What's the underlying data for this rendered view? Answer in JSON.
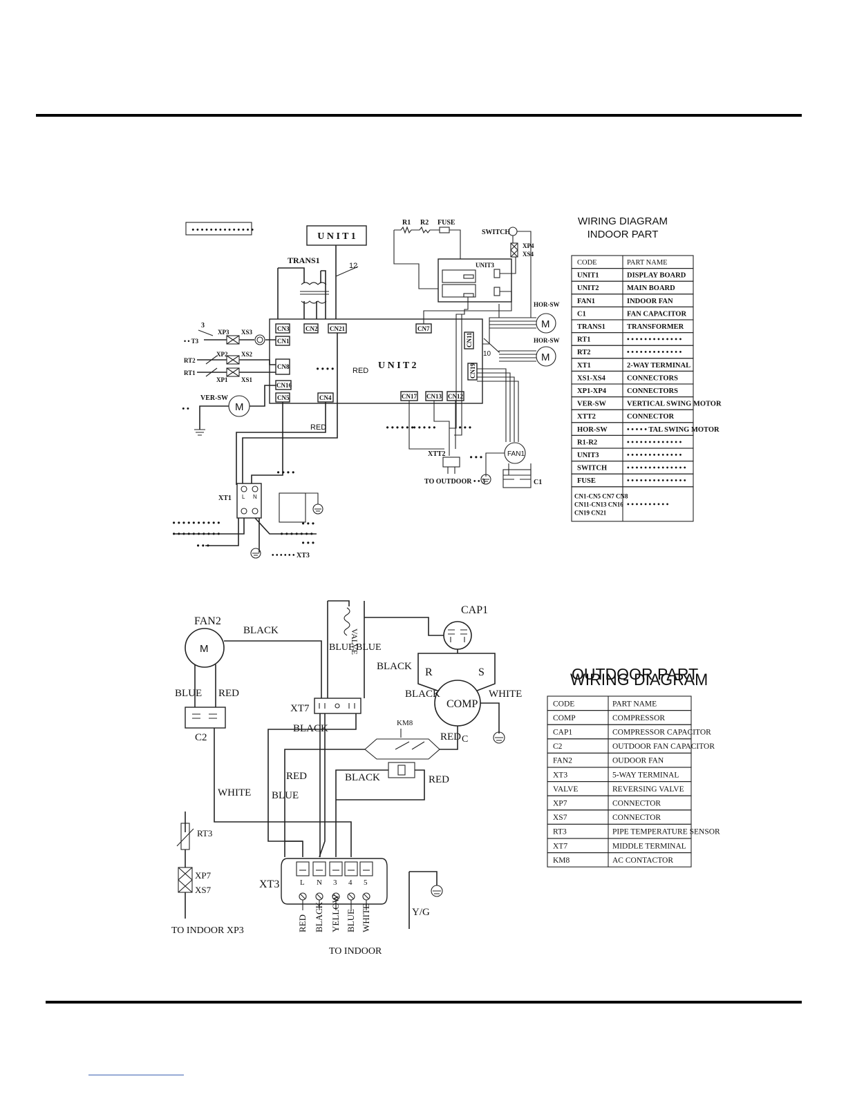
{
  "indoor": {
    "title_line1": "WIRING DIAGRAM",
    "title_line2": "INDOOR PART",
    "legend_header": [
      "CODE",
      "PART NAME"
    ],
    "legend": [
      [
        "UNIT1",
        "DISPLAY BOARD"
      ],
      [
        "UNIT2",
        "MAIN BOARD"
      ],
      [
        "FAN1",
        "INDOOR FAN"
      ],
      [
        "C1",
        "FAN CAPACITOR"
      ],
      [
        "TRANS1",
        "TRANSFORMER"
      ],
      [
        "RT1",
        "• • • • • • • • • • • • •"
      ],
      [
        "RT2",
        "• • • • • • • • • • • • •"
      ],
      [
        "XT1",
        "2-WAY TERMINAL"
      ],
      [
        "XS1-XS4",
        "CONNECTORS"
      ],
      [
        "XP1-XP4",
        "CONNECTORS"
      ],
      [
        "VER-SW",
        "VERTICAL SWING MOTOR"
      ],
      [
        "XTT2",
        "CONNECTOR"
      ],
      [
        "HOR-SW",
        "• • • • • TAL SWING MOTOR"
      ],
      [
        "R1-R2",
        "• • • • • • • •  • • • • •"
      ],
      [
        "UNIT3",
        "• • • • • • • • • •  • • •"
      ],
      [
        "SWITCH",
        "• • • • • • • • • • • • • •"
      ],
      [
        "FUSE",
        "• • • • • • • • • • • • • •"
      ],
      [
        "CN1-CN5 CN7 CN8 CN11-CN13 CN16 CN19 CN21",
        "• • • • • • • • • •"
      ]
    ],
    "labels": {
      "unit1": "U N I T 1",
      "unit2": "U N I T 2",
      "unit3": "UNIT3",
      "trans1": "TRANS1",
      "r1": "R1",
      "r2": "R2",
      "fuse": "FUSE",
      "switch": "SWITCH",
      "xp4": "XP4",
      "xs4": "XS4",
      "hor_sw_1": "HOR-SW",
      "hor_sw_2": "HOR-SW",
      "ver_sw": "VER-SW",
      "fan1": "FAN1",
      "c1": "C1",
      "xt1": "XT1",
      "xtt2": "XTT2",
      "to_outdoor": "TO OUTDOOR • • 3",
      "xp3": "XP3",
      "xs3": "XS3",
      "xp2": "XP2",
      "xs2": "XS2",
      "xp1": "XP1",
      "xs1": "XS1",
      "t3": "• • T3",
      "rt2": "RT2",
      "rt1": "RT1",
      "num3": "3",
      "num12": "12",
      "num10": "10",
      "red1": "RED",
      "red2": "RED",
      "xt3_ref": "• • • • • • XT3",
      "motor": "M",
      "l": "L",
      "n": "N"
    },
    "connectors": {
      "cn3": "CN3",
      "cn2": "CN2",
      "cn21": "CN21",
      "cn1": "CN1",
      "cn8": "CN8",
      "cn16": "CN16",
      "cn5": "CN5",
      "cn4": "CN4",
      "cn7": "CN7",
      "cn11": "CN11",
      "cn19": "CN19",
      "cn17": "CN17",
      "cn13": "CN13",
      "cn12": "CN12"
    }
  },
  "outdoor": {
    "title_line1": "WIRING  DIAGRAM",
    "title_line2": "OUTDOOR PART",
    "legend_header": [
      "CODE",
      "PART NAME"
    ],
    "legend": [
      [
        "COMP",
        "COMPRESSOR"
      ],
      [
        "CAP1",
        "COMPRESSOR CAPACITOR"
      ],
      [
        "C2",
        "OUTDOOR FAN CAPACITOR"
      ],
      [
        "FAN2",
        "OUDOOR FAN"
      ],
      [
        "XT3",
        "5-WAY TERMINAL"
      ],
      [
        "VALVE",
        "REVERSING VALVE"
      ],
      [
        "XP7",
        "CONNECTOR"
      ],
      [
        "XS7",
        "CONNECTOR"
      ],
      [
        "RT3",
        "PIPE TEMPERATURE SENSOR"
      ],
      [
        "XT7",
        "MIDDLE TERMINAL"
      ],
      [
        "KM8",
        "AC CONTACTOR"
      ]
    ],
    "labels": {
      "fan2": "FAN2",
      "black1": "BLACK",
      "blue1": "BLUE",
      "red1": "RED",
      "c2": "C2",
      "white1": "WHITE",
      "valve": "VALVE",
      "blue2": "BLUE",
      "blue3": "BLUE",
      "black2": "BLACK",
      "cap1": "CAP1",
      "r": "R",
      "s": "S",
      "black3": "BLACK",
      "comp": "COMP",
      "white2": "WHITE",
      "xt7": "XT7",
      "black4": "BLACK",
      "km8": "KM8",
      "red2": "RED",
      "c": "C",
      "red3": "RED",
      "black5": "BLACK",
      "red4": "RED",
      "blue4": "BLUE",
      "rt3": "RT3",
      "xp7": "XP7",
      "xs7": "XS7",
      "to_indoor_xp3": "TO INDOOR XP3",
      "xt3": "XT3",
      "yg": "Y/G",
      "to_indoor": "TO INDOOR",
      "term_labels": [
        "L",
        "N",
        "3",
        "4",
        "5"
      ],
      "wire_colors": [
        "RED",
        "BLACK",
        "YELLOW",
        "BLUE",
        "WHITE"
      ]
    }
  }
}
